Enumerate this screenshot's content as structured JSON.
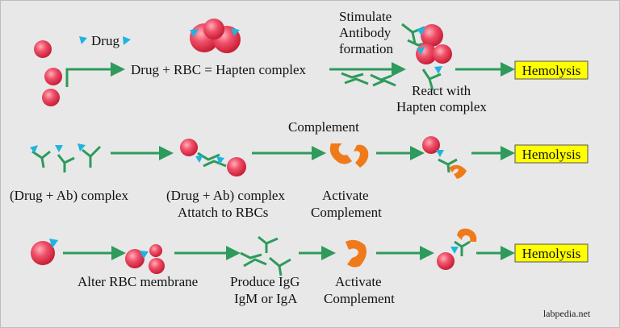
{
  "colors": {
    "background": "#e8e8e8",
    "arrow": "#2e9a5c",
    "rbc": "#e8364a",
    "drug": "#1fb4e0",
    "antibody": "#2e9a5c",
    "complement": "#f07a1a",
    "hemolysis_box": "#ffff00"
  },
  "icons": [
    "rbc-icon",
    "drug-icon",
    "antibody-icon",
    "complement-icon"
  ],
  "row1": {
    "drug": "Drug",
    "equation": "Drug + RBC = Hapten complex",
    "stimulate_1": "Stimulate",
    "stimulate_2": "Antibody",
    "stimulate_3": "formation",
    "react_1": "React with",
    "react_2": "Hapten complex",
    "result": "Hemolysis"
  },
  "row2": {
    "complement": "Complement",
    "drug_ab": "(Drug + Ab) complex",
    "attach_1": "(Drug + Ab) complex",
    "attach_2": "Attatch to RBCs",
    "activate_1": "Activate",
    "activate_2": "Complement",
    "result": "Hemolysis"
  },
  "row3": {
    "alter": "Alter RBC membrane",
    "produce_1": "Produce IgG",
    "produce_2": "IgM or IgA",
    "activate_1": "Activate",
    "activate_2": "Complement",
    "result": "Hemolysis"
  },
  "watermark": "labpedia.net"
}
